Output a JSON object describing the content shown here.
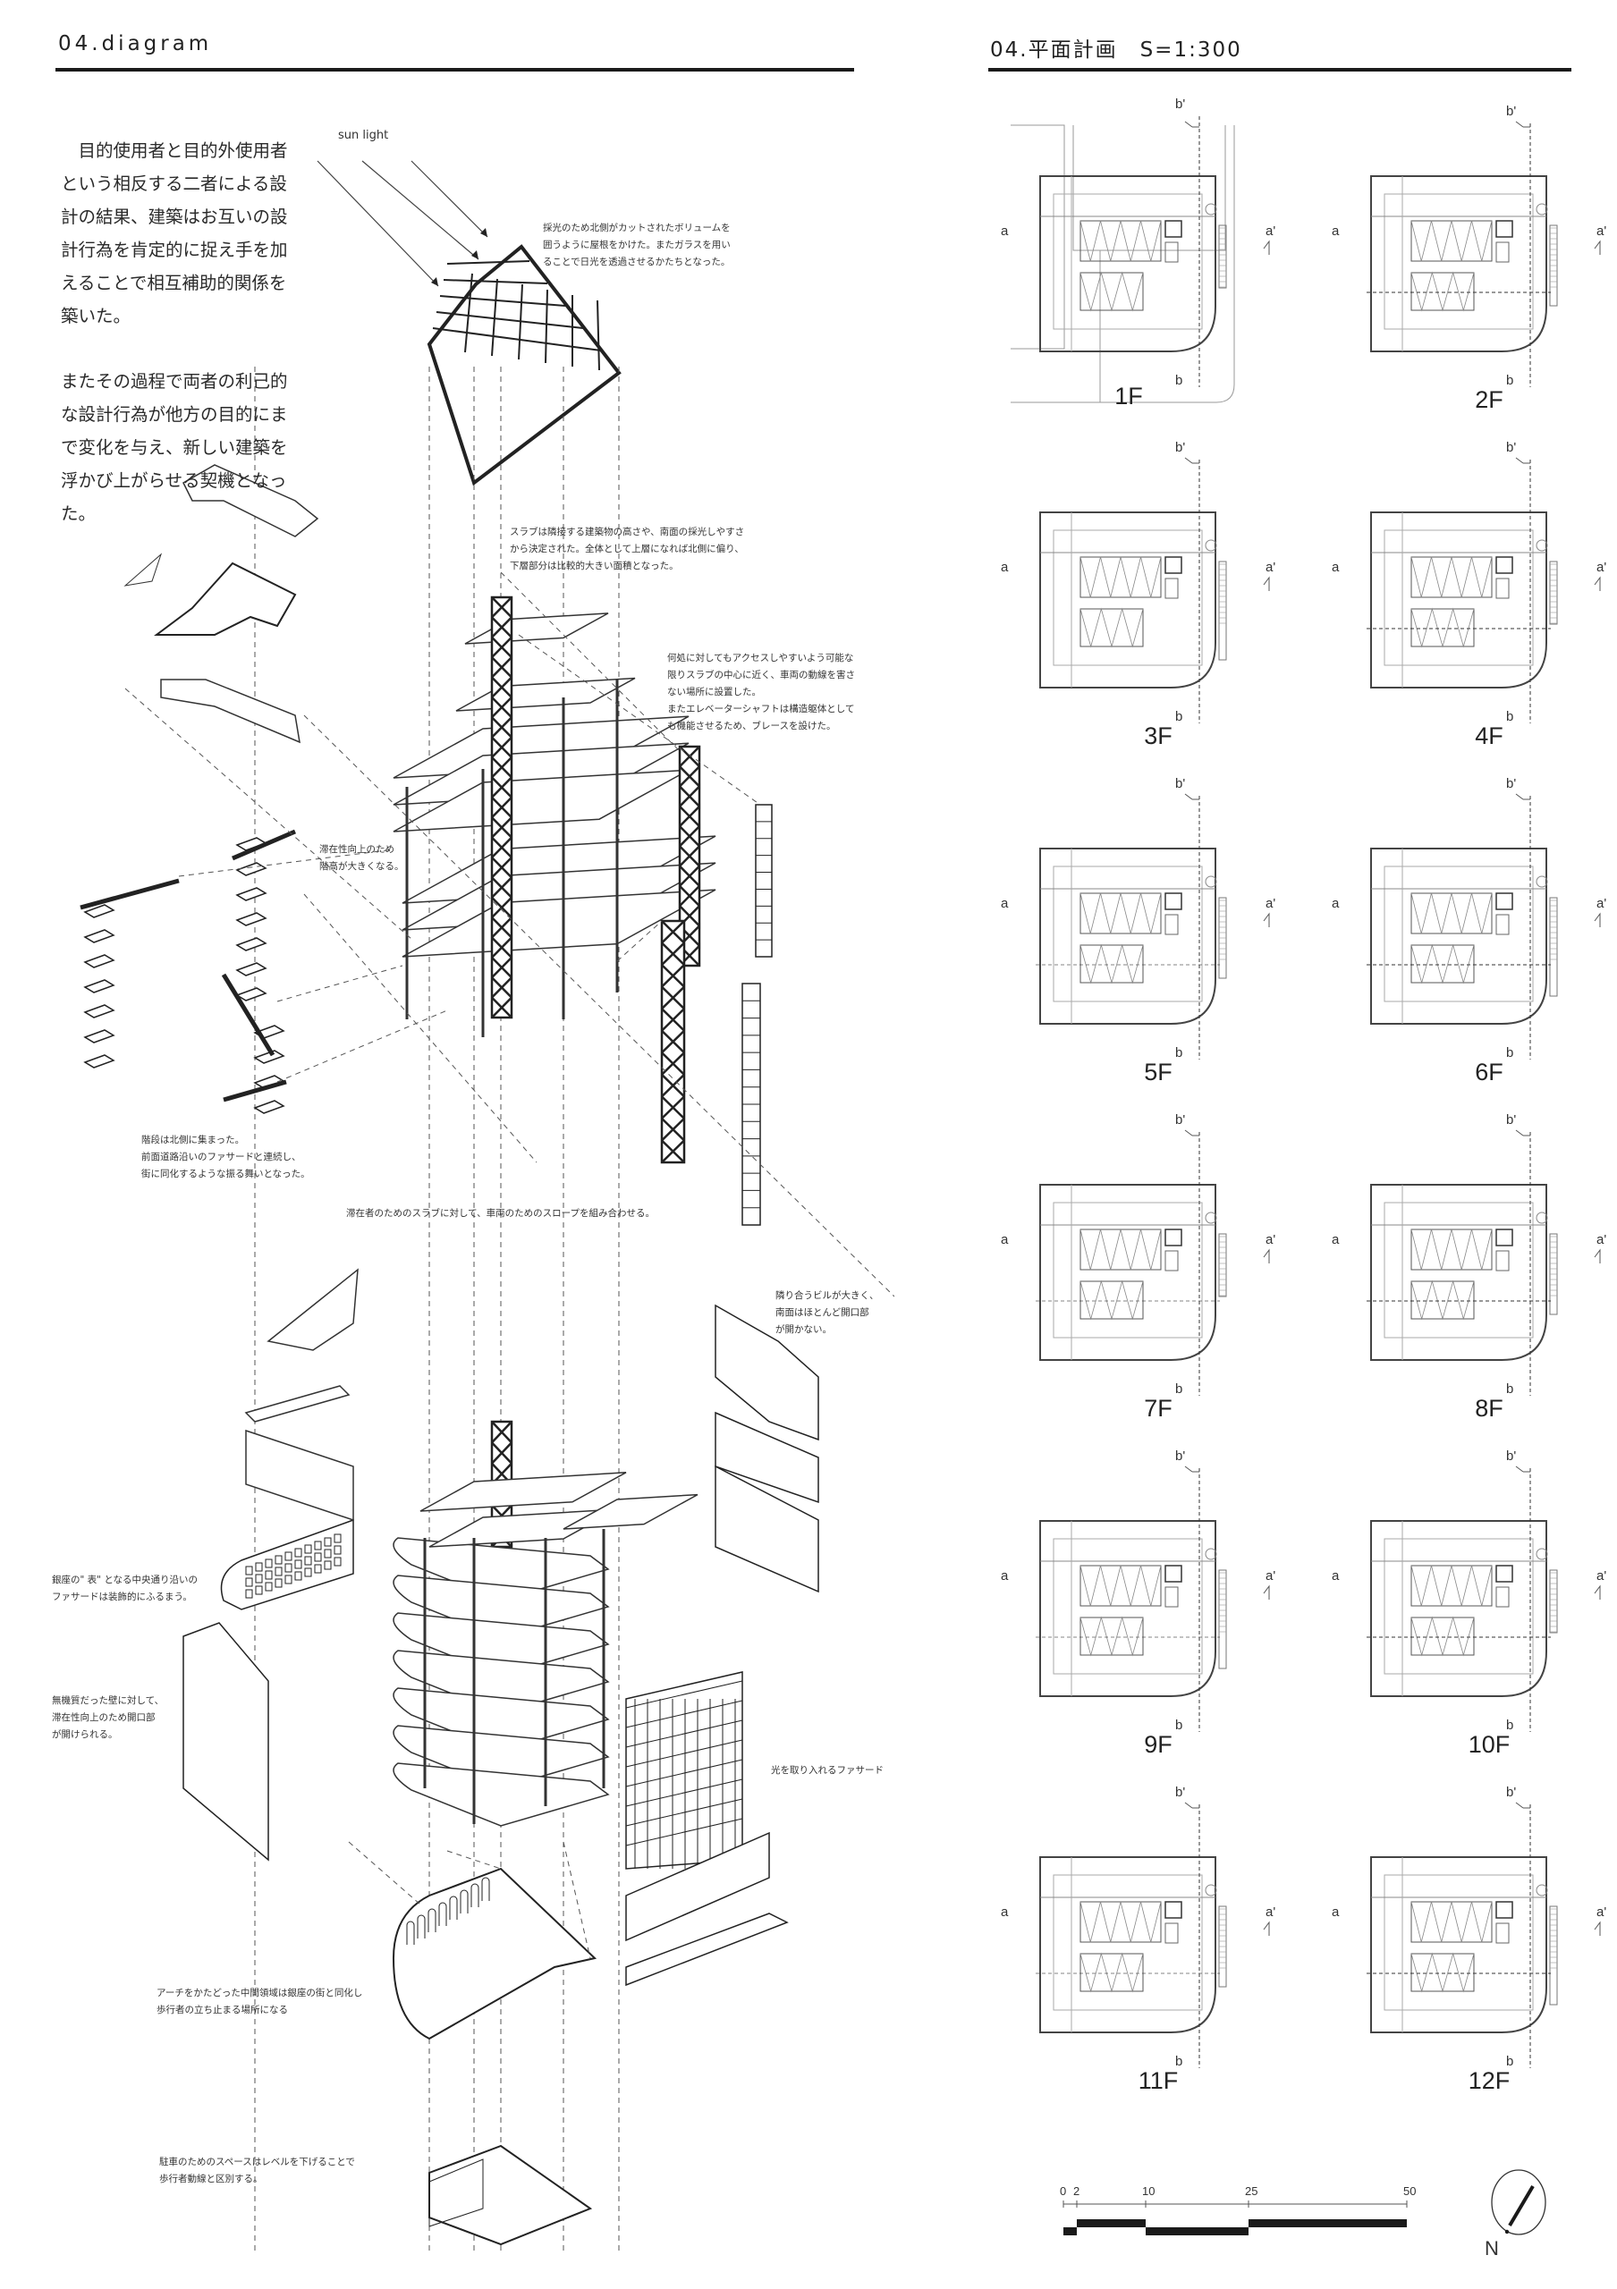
{
  "left_header": {
    "title": "04.diagram"
  },
  "right_header": {
    "title": "04.平面計画　S=1:300"
  },
  "intro": {
    "paragraph1": "　目的使用者と目的外使用者という相反する二者による設計の結果、建築はお互いの設計行為を肯定的に捉え手を加えることで相互補助的関係を築いた。",
    "paragraph2": "またその過程で両者の利己的な設計行為が他方の目的にまで変化を与え、新しい建築を浮かび上がらせる契機となった。"
  },
  "sun_label": "sun light",
  "notes": {
    "roof": "採光のため北側がカットされたボリュームを\n囲うように屋根をかけた。またガラスを用い\nることで日光を透過させるかたちとなった。",
    "slab": "スラブは隣接する建築物の高さや、南面の採光しやすさ\nから決定された。全体として上層になれば北側に偏り、\n下層部分は比較的大きい面積となった。",
    "elevator": "何処に対してもアクセスしやすいよう可能な\n限りスラブの中心に近く、車両の動線を害さ\nない場所に設置した。\nまたエレベーターシャフトは構造躯体として\nも機能させるため、ブレースを設けた。",
    "floor_height": "滞在性向上のため\n階高が大きくなる。",
    "stairs": "階段は北側に集まった。\n前面道路沿いのファサードと連続し、\n街に同化するような振る舞いとなった。",
    "slope": "滞在者のためのスラブに対して、車両のためのスロープを組み合わせる。",
    "neighbor": "隣り合うビルが大きく、\n南面はほとんど開口部\nが開かない。",
    "ginza_facade": "銀座の\" 表\" となる中央通り沿いの\nファサードは装飾的にふるまう。",
    "openings": "無機質だった壁に対して、\n滞在性向上のため開口部\nが開けられる。",
    "light_facade": "光を取り入れるファサード",
    "arch": "アーチをかたどった中間領域は銀座の街と同化し\n歩行者の立ち止まる場所になる",
    "parking": "駐車のためのスペースはレベルを下げることで\n歩行者動線と区別する。"
  },
  "plans": {
    "section_labels": {
      "a": "a",
      "a_prime": "a'",
      "b": "b",
      "b_prime": "b'"
    },
    "floors": [
      "1F",
      "2F",
      "3F",
      "4F",
      "5F",
      "6F",
      "7F",
      "8F",
      "9F",
      "10F",
      "11F",
      "12F"
    ]
  },
  "scale_bar": {
    "ticks": [
      "0",
      "2",
      "10",
      "25",
      "50"
    ]
  },
  "north_label": "N"
}
